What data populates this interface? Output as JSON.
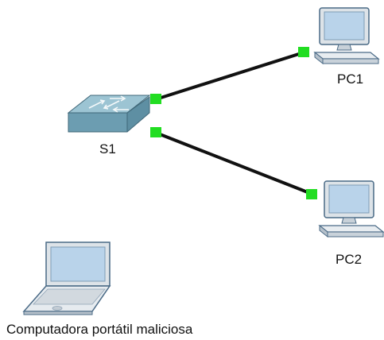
{
  "canvas": {
    "background": "#ffffff"
  },
  "colors": {
    "link": "#111111",
    "port_up": "#22dd22",
    "switch_top": "#9cc4d3",
    "switch_side": "#5e8fa3",
    "device_body": "#dde3e8",
    "device_screen": "#b9d3ea",
    "device_outline": "#4a6a86"
  },
  "devices": {
    "switch": {
      "label": "S1",
      "icon": "switch-icon"
    },
    "pc1": {
      "label": "PC1",
      "icon": "desktop-pc-icon"
    },
    "pc2": {
      "label": "PC2",
      "icon": "desktop-pc-icon"
    },
    "laptop": {
      "label": "Computadora portátil maliciosa",
      "icon": "laptop-icon"
    }
  },
  "links": [
    {
      "from": "S1",
      "to": "PC1",
      "status": "up"
    },
    {
      "from": "S1",
      "to": "PC2",
      "status": "up"
    }
  ]
}
